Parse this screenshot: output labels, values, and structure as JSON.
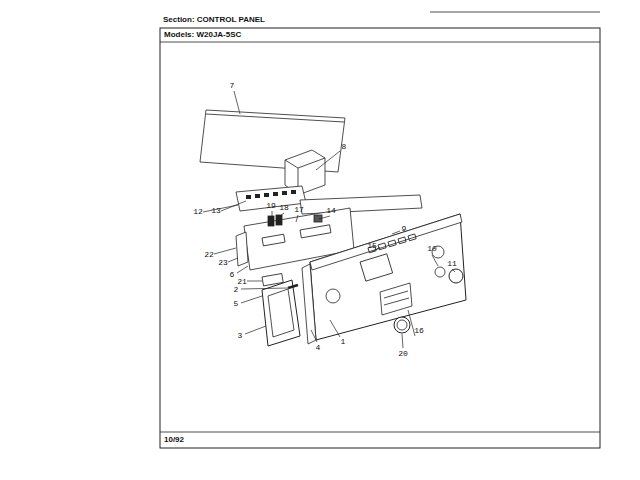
{
  "diagram": {
    "title": "Section: CONTROL PANEL",
    "labels": [
      "Models: W20JA-5SC",
      "7",
      "8",
      "12",
      "13",
      "19",
      "18",
      "17",
      "14",
      "9",
      "22",
      "23",
      "6",
      "21",
      "15",
      "10",
      "11",
      "2",
      "5",
      "3",
      "4",
      "1",
      "20",
      "16",
      "10/92"
    ]
  }
}
